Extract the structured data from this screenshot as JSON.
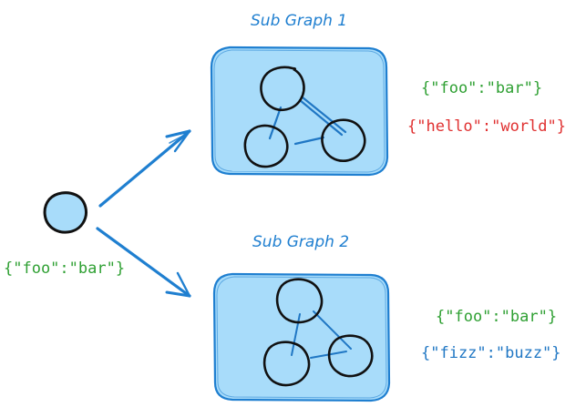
{
  "diagram": {
    "title_font_color": "#1f7fd0",
    "box_fill": "#a8dcfa",
    "box_stroke": "#1f7fd0",
    "node_stroke": "#111111",
    "edge_color": "#2077c4",
    "arrow_color": "#1f7fd0",
    "source_node": {
      "name": "source-node",
      "fill": "#a8dcfa",
      "stroke": "#111111",
      "label": "{\"foo\":\"bar\"}",
      "label_color": "#2fa033"
    },
    "arrows": [
      {
        "name": "arrow-to-sub-graph-1",
        "direction": "up-right"
      },
      {
        "name": "arrow-to-sub-graph-2",
        "direction": "down-right"
      }
    ],
    "subgraphs": [
      {
        "id": "sub-graph-1",
        "title": "Sub Graph 1",
        "node_count": 3,
        "edge_count": 3,
        "annotations": [
          {
            "text": "{\"foo\":\"bar\"}",
            "color": "#2fa033"
          },
          {
            "text": "{\"hello\":\"world\"}",
            "color": "#e03131"
          }
        ]
      },
      {
        "id": "sub-graph-2",
        "title": "Sub Graph 2",
        "node_count": 3,
        "edge_count": 3,
        "annotations": [
          {
            "text": "{\"foo\":\"bar\"}",
            "color": "#2fa033"
          },
          {
            "text": "{\"fizz\":\"buzz\"}",
            "color": "#2077c4"
          }
        ]
      }
    ]
  }
}
